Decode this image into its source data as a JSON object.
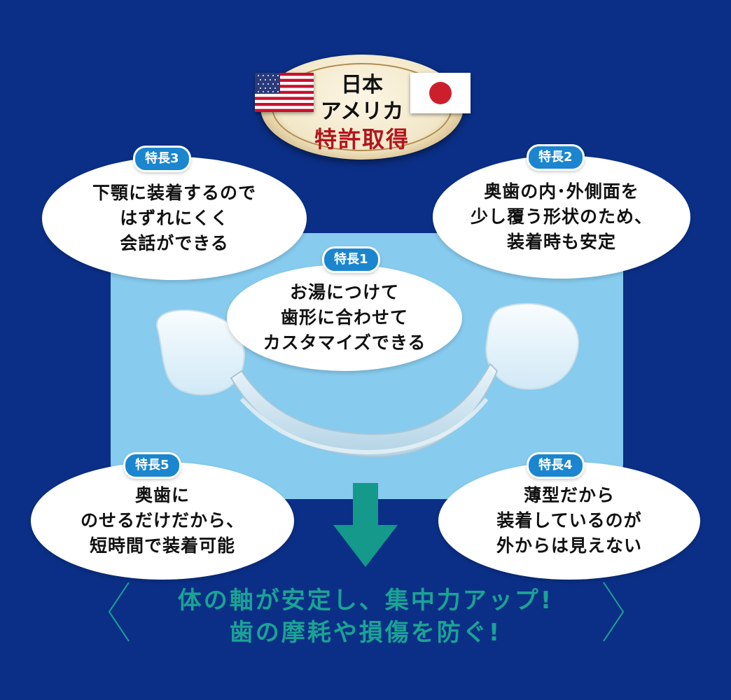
{
  "seal": {
    "line1": "日本",
    "line2": "アメリカ",
    "line3": "特許取得"
  },
  "features": [
    {
      "tag": "特長1",
      "lines": [
        "お湯につけて",
        "歯形に合わせて",
        "カスタマイズできる"
      ]
    },
    {
      "tag": "特長2",
      "lines": [
        "奥歯の内･外側面を",
        "少し覆う形状のため、",
        "装着時も安定"
      ]
    },
    {
      "tag": "特長3",
      "lines": [
        "下顎に装着するので",
        "はずれにくく",
        "会話ができる"
      ]
    },
    {
      "tag": "特長4",
      "lines": [
        "薄型だから",
        "装着しているのが",
        "外からは見えない"
      ]
    },
    {
      "tag": "特長5",
      "lines": [
        "奥歯に",
        "のせるだけだから、",
        "短時間で装着可能"
      ]
    }
  ],
  "conclusion": {
    "line1": "体の軸が安定し、集中力アップ!",
    "line2": "歯の摩耗や損傷を防ぐ!"
  },
  "colors": {
    "background": "#0b2f86",
    "panel": "#87cbee",
    "tag": "#1b86cf",
    "arrow": "#14998a",
    "conclusion_text": "#1aa394",
    "seal_red": "#b3141b"
  },
  "icons": {
    "us_flag": "us-flag-icon",
    "jp_flag": "japan-flag-icon",
    "arrow": "down-arrow-icon",
    "chevron_left": "chevron-left-icon",
    "chevron_right": "chevron-right-icon"
  }
}
